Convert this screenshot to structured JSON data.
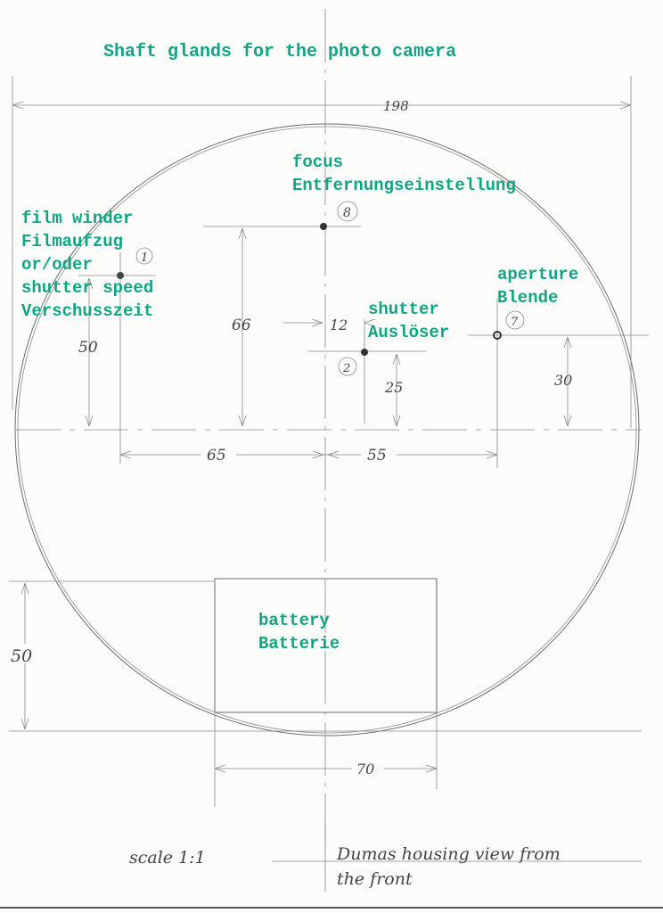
{
  "title": "Shaft glands for the photo camera",
  "labels": {
    "focus": [
      "focus",
      "Entfernungseinstellung"
    ],
    "film": [
      "film winder",
      "Filmaufzug",
      "or/oder",
      "shutter speed",
      "Verschusszeit"
    ],
    "aperture": [
      "aperture",
      "Blende"
    ],
    "shutter": [
      "shutter",
      "Auslöser"
    ],
    "battery": [
      "battery",
      "Batterie"
    ]
  },
  "dimensions": {
    "width": "198",
    "film_height": "50",
    "focus_height": "66",
    "shutter_offset": "12",
    "shutter_height": "25",
    "aperture_height": "30",
    "film_x": "65",
    "aperture_x": "55",
    "battery_height": "50",
    "battery_width": "70"
  },
  "markers": {
    "film": "1",
    "shutter": "2",
    "aperture": "7",
    "focus": "8"
  },
  "footer": {
    "scale": "scale 1:1",
    "caption_line1": "Dumas housing view from",
    "caption_line2": "the front"
  }
}
